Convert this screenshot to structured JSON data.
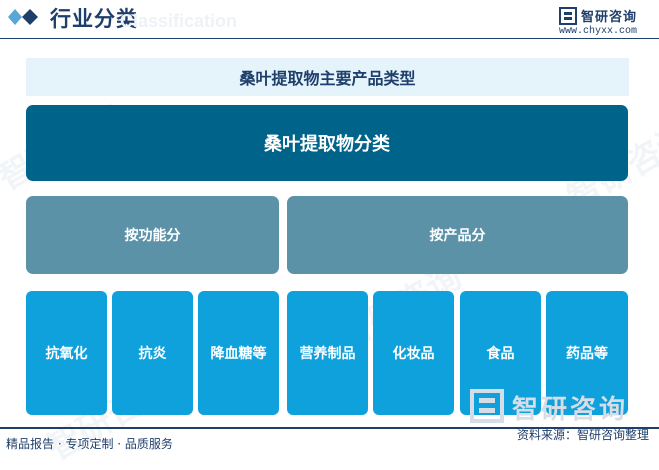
{
  "header": {
    "title": "行业分类",
    "title_en": "Classification",
    "brand_name": "智研咨询",
    "brand_url": "www.chyxx.com"
  },
  "diagram": {
    "banner": "桑叶提取物主要产品类型",
    "root": "桑叶提取物分类",
    "groups": [
      {
        "label": "按功能分",
        "items": [
          "抗氧化",
          "抗炎",
          "降血糖等"
        ]
      },
      {
        "label": "按产品分",
        "items": [
          "营养制品",
          "化妆品",
          "食品",
          "药品等"
        ]
      }
    ]
  },
  "watermark": {
    "text": "智研咨询"
  },
  "footer": {
    "left": "精品报告 · 专项定制 · 品质服务",
    "source": "资料来源：智研咨询整理"
  },
  "colors": {
    "navy": "#1f3f6b",
    "root": "#00648a",
    "group": "#5b92a7",
    "leaf": "#0ea1dc",
    "banner_bg": "#e5f3fb"
  }
}
